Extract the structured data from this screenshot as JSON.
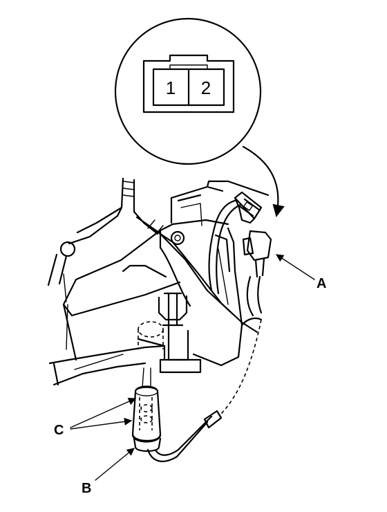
{
  "connector": {
    "pin_1": "1",
    "pin_2": "2"
  },
  "labels": {
    "a": "A",
    "b": "B",
    "c": "C"
  },
  "colors": {
    "ink": "#000000",
    "paper": "#ffffff"
  }
}
